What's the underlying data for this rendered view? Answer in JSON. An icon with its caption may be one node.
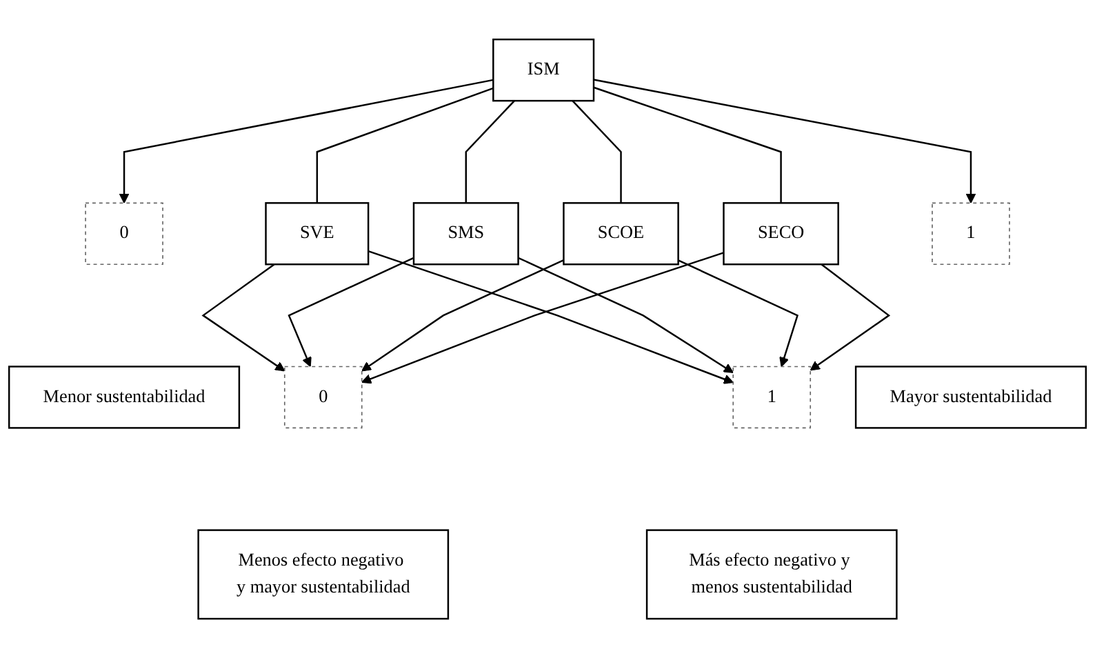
{
  "diagram": {
    "nodes": [
      {
        "text": [
          "ISM"
        ]
      },
      {
        "text": [
          "0"
        ]
      },
      {
        "text": [
          "1"
        ]
      },
      {
        "text": [
          "Menor sustentabilidad"
        ]
      },
      {
        "text": [
          "Mayor sustentabilidad"
        ]
      },
      {
        "text": [
          "SVE"
        ]
      },
      {
        "text": [
          "SMS"
        ]
      },
      {
        "text": [
          "SCOE"
        ]
      },
      {
        "text": [
          "SECO"
        ]
      },
      {
        "text": [
          "0"
        ]
      },
      {
        "text": [
          "1"
        ]
      },
      {
        "text": [
          "Menos efecto negativo y mayor sustentabilidad"
        ]
      },
      {
        "text": [
          "Más efecto negativo y menos sustentabilidad"
        ]
      }
    ],
    "edges": [
      {
        "from": 0,
        "to": 1,
        "arrow": "to"
      },
      {
        "from": 0,
        "to": 2,
        "arrow": "to"
      },
      {
        "from": 0,
        "to": 5,
        "arrow": "none"
      },
      {
        "from": 0,
        "to": 6,
        "arrow": "none"
      },
      {
        "from": 0,
        "to": 7,
        "arrow": "none"
      },
      {
        "from": 0,
        "to": 8,
        "arrow": "none"
      },
      {
        "from": 5,
        "to": 9,
        "arrow": "to"
      },
      {
        "from": 6,
        "to": 9,
        "arrow": "to"
      },
      {
        "from": 7,
        "to": 9,
        "arrow": "to"
      },
      {
        "from": 8,
        "to": 9,
        "arrow": "to"
      },
      {
        "from": 5,
        "to": 10,
        "arrow": "to"
      },
      {
        "from": 6,
        "to": 10,
        "arrow": "to"
      },
      {
        "from": 7,
        "to": 10,
        "arrow": "to"
      },
      {
        "from": 8,
        "to": 10,
        "arrow": "to"
      }
    ]
  }
}
